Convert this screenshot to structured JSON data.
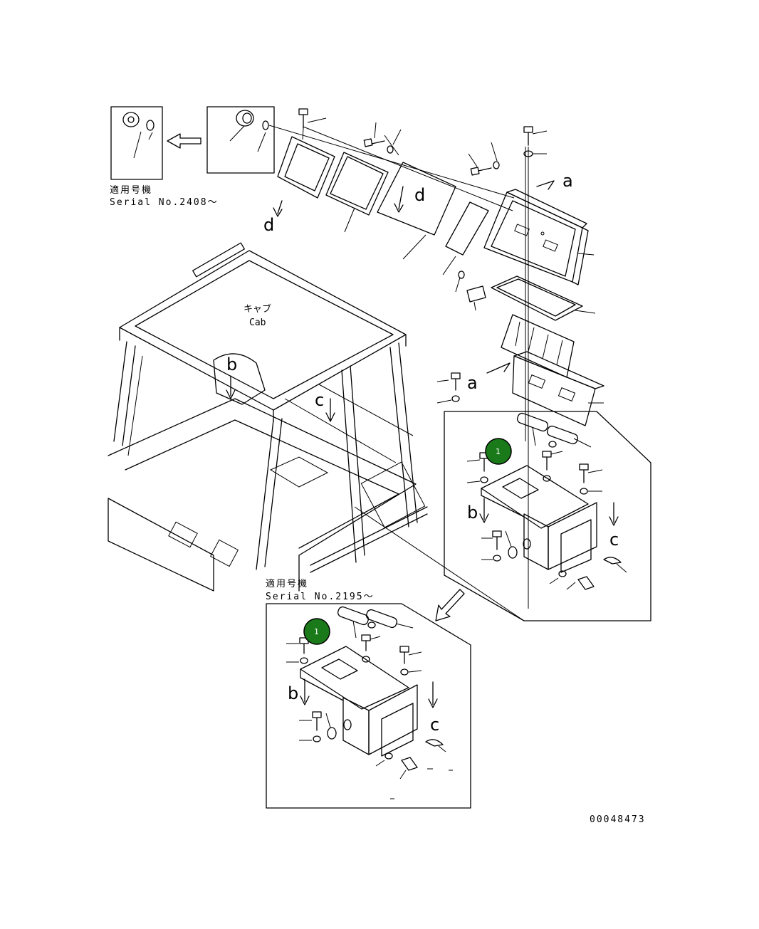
{
  "applicability_labels": [
    {
      "jp": "適用号機",
      "serial": "Serial No.2408～"
    },
    {
      "jp": "適用号機",
      "serial": "Serial No.2195～"
    }
  ],
  "cab_label": {
    "jp": "キャブ",
    "en": "Cab"
  },
  "view_letters": [
    "a",
    "a",
    "b",
    "b",
    "b",
    "c",
    "c",
    "c",
    "d",
    "d"
  ],
  "callouts": [
    "1",
    "1"
  ],
  "callout_color": "#1a7a1a",
  "figure_number": "00048473"
}
